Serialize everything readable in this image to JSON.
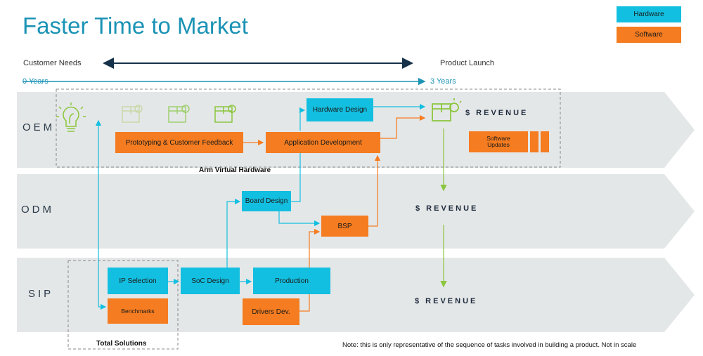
{
  "title": "Faster Time to Market",
  "legend": {
    "hardware": "Hardware",
    "software": "Software",
    "hardware_color": "#13bfe0",
    "software_color": "#f57c20"
  },
  "timeline": {
    "customer_needs": "Customer Needs",
    "product_launch": "Product Launch",
    "start": "0 Years",
    "end": "3 Years"
  },
  "bands": {
    "oem": "OEM",
    "odm": "ODM",
    "sip": "SIP"
  },
  "revenue": {
    "oem": "$ REVENUE",
    "odm": "$ REVENUE",
    "sip": "$ REVENUE"
  },
  "boxes": {
    "prototyping": "Prototyping & Customer Feedback",
    "app_dev": "Application Development",
    "hw_design": "Hardware Design",
    "sw_updates": "Software Updates",
    "board_design": "Board Design",
    "bsp": "BSP",
    "ip_selection": "IP Selection",
    "benchmarks": "Benchmarks",
    "soc_design": "SoC Design",
    "production": "Production",
    "drivers_dev": "Drivers Dev."
  },
  "captions": {
    "arm_virtual_hw": "Arm Virtual Hardware",
    "total_solutions": "Total Solutions"
  },
  "icons": [
    "lightbulb-icon",
    "package-icon",
    "package-lightbulb-icon"
  ],
  "note": "Note: this is only representative of the sequence of tasks involved in building a product. Not in scale"
}
